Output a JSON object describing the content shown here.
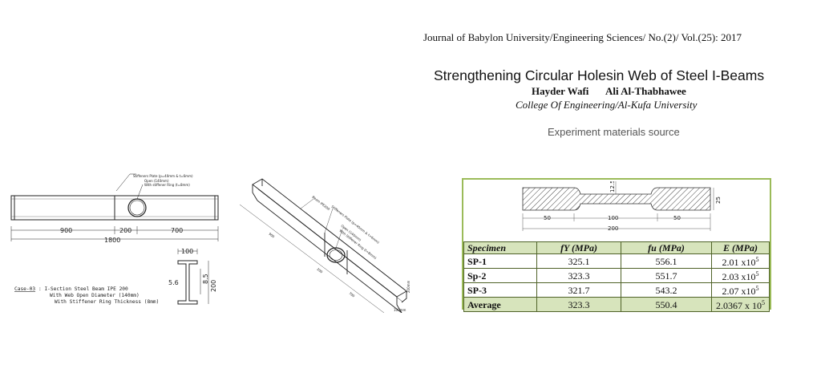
{
  "header": {
    "journal": "Journal of Babylon University/Engineering Sciences/ No.(2)/ Vol.(25): 2017",
    "title": "Strengthening Circular Holesin Web of Steel I-Beams",
    "author1": "Hayder Wafi",
    "author2": "Ali Al-Thabhawee",
    "affiliation": "College Of Engineering/Al-Kufa University",
    "source_note": "Experiment materials source"
  },
  "beam_elevation": {
    "stiffener_plate_note": "Stiffeners Plate (p=40mm & t=6mm)",
    "opening_note": "Open (140mm)",
    "ring_note": "With stiffener Ring (t=8mm)",
    "dims": [
      "900",
      "200",
      "700"
    ],
    "total": "1800"
  },
  "section": {
    "flange_width": "100",
    "web_thickness": "5.6",
    "flange_thickness": "8.5",
    "depth": "200"
  },
  "case_note": {
    "case_label": "Case-03",
    "line1": ": I-Section Steel Beam  IPE 200",
    "line2": "With Web Open  Diameter (140mm)",
    "line3": "With Stiffener Ring  Thickness (8mm)"
  },
  "isometric": {
    "labels": [
      "Beam IPE200",
      "Stiffeners Plate (p=40mm & t=6mm)",
      "Open (140mm)",
      "With Stiffener Ring (t=8mm)",
      "900",
      "200",
      "700",
      "200mm",
      "100mm"
    ]
  },
  "coupon": {
    "width_mid": "12.5",
    "width_end": "25",
    "lengths": [
      "50",
      "100",
      "50"
    ],
    "total": "200"
  },
  "materials_table": {
    "headers": {
      "specimen": "Specimen",
      "fy": "fY (MPa)",
      "fu": "fu (MPa)",
      "E": "E (MPa)"
    },
    "rows": [
      {
        "specimen": "SP-1",
        "fy": "325.1",
        "fu": "556.1",
        "E": "2.01 x10",
        "exp": "5"
      },
      {
        "specimen": "Sp-2",
        "fy": "323.3",
        "fu": "551.7",
        "E": "2.03 x10",
        "exp": "5"
      },
      {
        "specimen": "SP-3",
        "fy": "321.7",
        "fu": "543.2",
        "E": "2.07 x10",
        "exp": "5"
      },
      {
        "specimen": "Average",
        "fy": "323.3",
        "fu": "550.4",
        "E": "2.0367 x 10",
        "exp": "5"
      }
    ]
  }
}
